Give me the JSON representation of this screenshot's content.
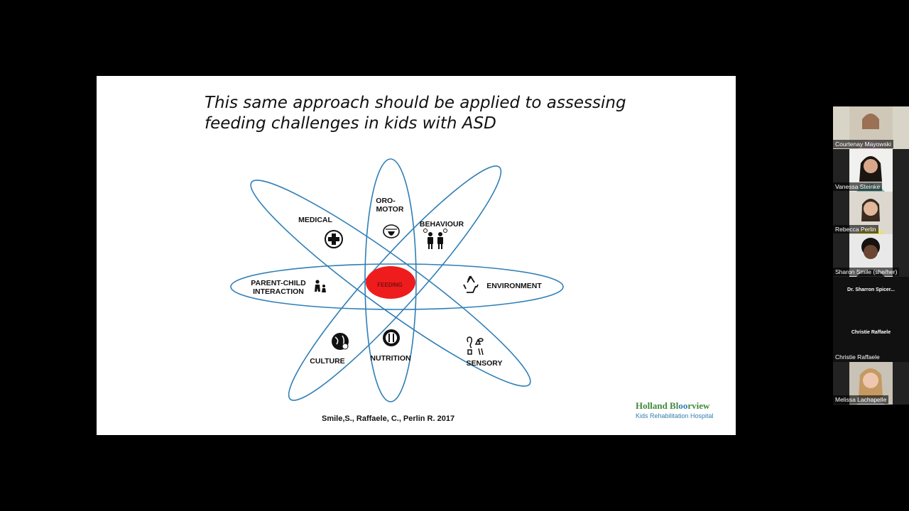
{
  "slide": {
    "title_line1": "This same approach should be applied to assessing",
    "title_line2": "feeding challenges in kids with ASD",
    "center_label": "FEEDING",
    "labels": {
      "oro_motor_1": "ORO-",
      "oro_motor_2": "MOTOR",
      "medical": "MEDICAL",
      "behaviour": "BEHAVIOUR",
      "parent_child_1": "PARENT-CHILD",
      "parent_child_2": "INTERACTION",
      "environment": "ENVIRONMENT",
      "culture": "CULTURE",
      "nutrition": "NUTRITION",
      "sensory": "SENSORY"
    },
    "citation": "Smile,S., Raffaele, C., Perlin R.  2017",
    "logo_name_a": "Holland Bl",
    "logo_name_b": "oo",
    "logo_name_c": "rview",
    "logo_sub": "Kids Rehabilitation Hospital",
    "colors": {
      "orbit": "#2f7fb6",
      "center": "#ee1c1c"
    }
  },
  "participants": [
    {
      "name": "Courtenay Mayowski",
      "video": true
    },
    {
      "name": "Vanessa Steinke",
      "video": true
    },
    {
      "name": "Rebecca Perlin",
      "video": true
    },
    {
      "name": "Sharon Smile (she/her)",
      "video": true
    },
    {
      "name": "Dr. Sharron Spicer...",
      "video": false
    },
    {
      "name": "Christie Raffaele",
      "video": false
    },
    {
      "name": "Christie Raffaele",
      "video": false
    },
    {
      "name": "Melissa Lachapelle",
      "video": true
    }
  ]
}
